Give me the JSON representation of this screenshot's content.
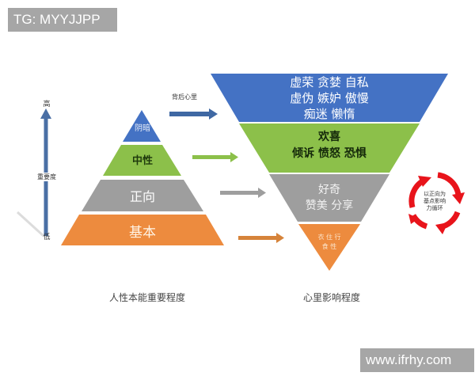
{
  "watermarks": {
    "top": "TG: MYYJJPP",
    "bottom": "www.ifrhy.com"
  },
  "axis": {
    "high_label": "高",
    "mid_label": "重要度",
    "low_label": "低",
    "color": "#4a6fa5"
  },
  "pyramid": {
    "caption": "人性本能重要程度",
    "layers": [
      {
        "label": "阴暗",
        "color": "#4472c4"
      },
      {
        "label": "中性",
        "color": "#8cc04a"
      },
      {
        "label": "正向",
        "color": "#9e9e9e"
      },
      {
        "label": "基本",
        "color": "#ed8b3e"
      }
    ]
  },
  "arrows": {
    "top_label": "背后心里",
    "colors": [
      "#3f68a3",
      "#8cc04a",
      "#9e9e9e",
      "#d6833a"
    ]
  },
  "inverted_triangle": {
    "caption": "心里影响程度",
    "bands": [
      {
        "lines": [
          "虚荣  贪婪  自私",
          "虚伪  嫉妒  傲慢",
          "痴迷  懒惰"
        ],
        "color": "#4472c4"
      },
      {
        "lines": [
          "欢喜",
          "倾诉  愤怒  恐惧"
        ],
        "color": "#8cc04a"
      },
      {
        "lines": [
          "好奇",
          "赞美  分享"
        ],
        "color": "#9e9e9e"
      },
      {
        "lines": [
          "衣 住 行",
          "食 性"
        ],
        "color": "#ed8b3e"
      }
    ]
  },
  "cycle": {
    "lines": [
      "以正向为",
      "基点影响",
      "力循环"
    ],
    "color": "#e8141b"
  }
}
